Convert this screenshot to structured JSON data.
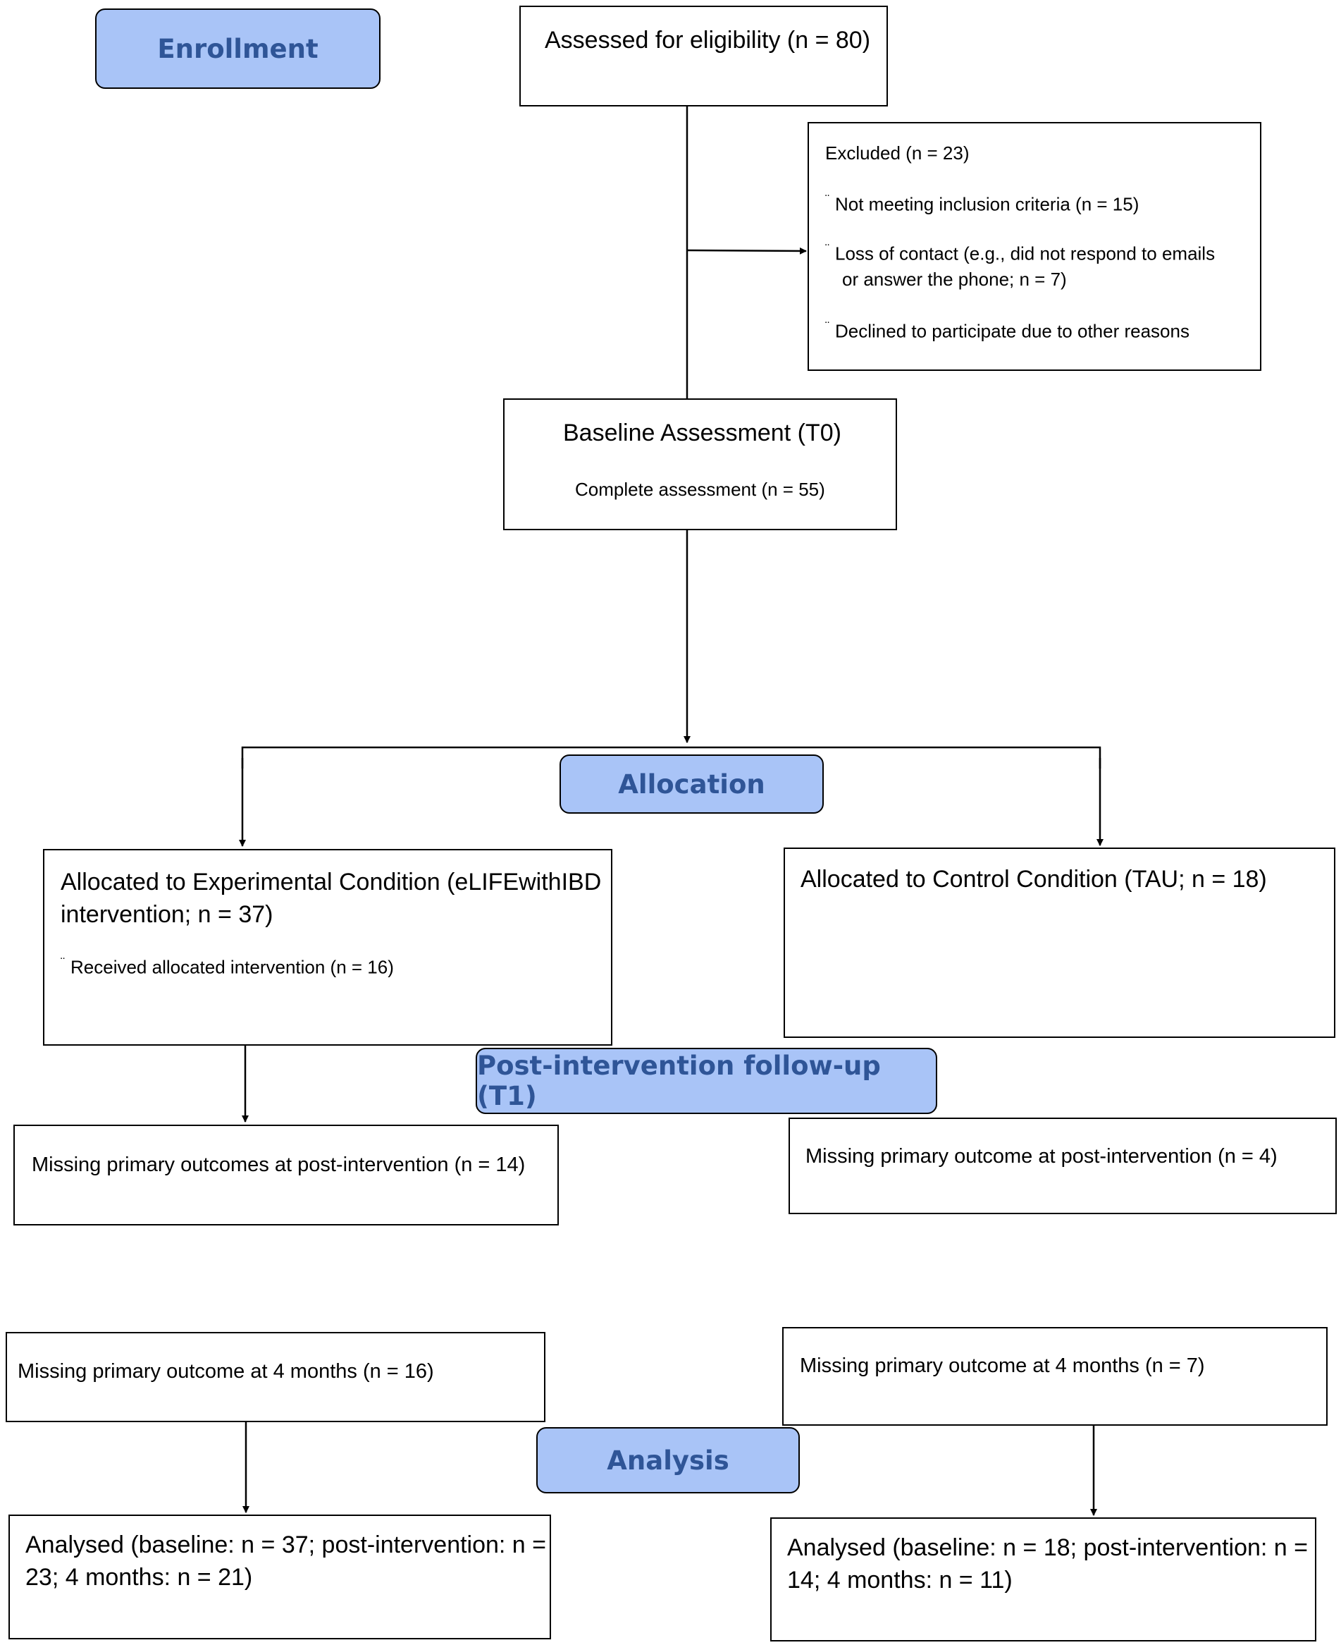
{
  "stages": {
    "enrollment": "Enrollment",
    "allocation": "Allocation",
    "followup": "Post-intervention follow-up (T1)",
    "analysis": "Analysis"
  },
  "bullet": "¨",
  "assessed": "Assessed for eligibility (n = 80)",
  "excluded": {
    "title": "Excluded (n = 23)",
    "items": [
      "Not meeting inclusion criteria (n = 15)",
      "Loss of contact (e.g., did not respond to emails",
      "or answer the phone; n = 7)",
      "Declined to participate due to other reasons"
    ]
  },
  "baseline": {
    "title": "Baseline Assessment (T0)",
    "sub": "Complete assessment (n = 55)"
  },
  "experimental": {
    "line1": "Allocated to Experimental Condition (eLIFEwithIBD",
    "line2": "intervention; n = 37)",
    "received": "Received allocated intervention (n = 16)",
    "missing_post": "Missing primary outcomes at post-intervention (n = 14)",
    "missing_4m": "Missing primary outcome at 4 months (n = 16)",
    "analysed_line1": "Analysed (baseline: n = 37; post-intervention: n =",
    "analysed_line2": "23; 4 months: n = 21)"
  },
  "control": {
    "line1": "Allocated to Control Condition (TAU; n = 18)",
    "missing_post": "Missing primary outcome at post-intervention (n = 4)",
    "missing_4m": "Missing primary outcome at 4 months (n = 7)",
    "analysed_line1": "Analysed (baseline: n = 18; post-intervention: n =",
    "analysed_line2": "14; 4 months: n = 11)"
  }
}
